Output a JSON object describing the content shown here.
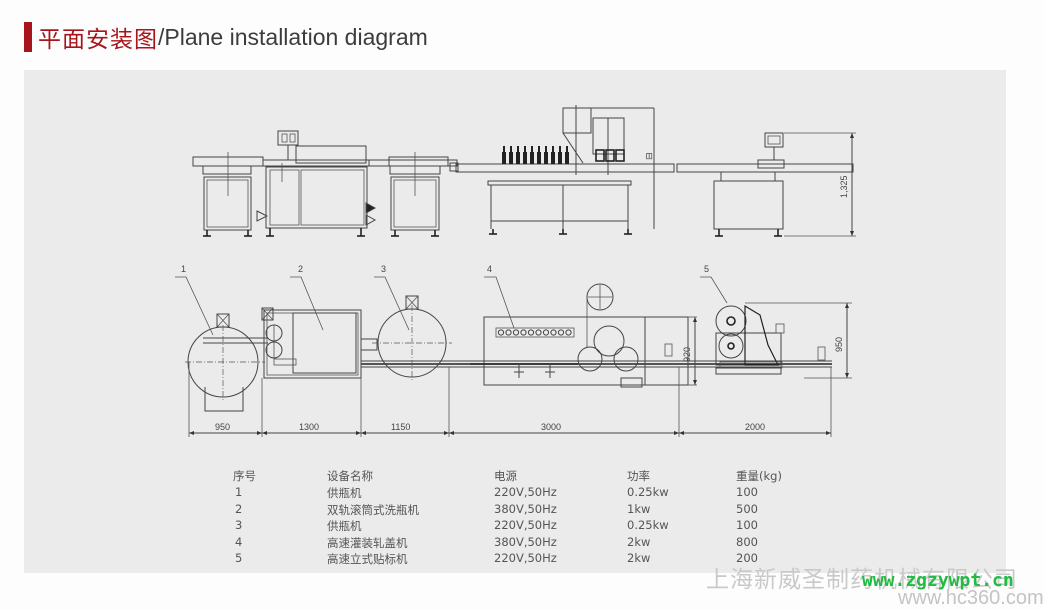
{
  "header": {
    "title_cn": "平面安装图",
    "title_en": "/Plane installation diagram",
    "accent_color": "#a8141c"
  },
  "diagram": {
    "front_view": {
      "height_dimension": "1325",
      "height_dimension_display": "1,325"
    },
    "plan_view": {
      "item_labels": [
        "1",
        "2",
        "3",
        "4",
        "5"
      ],
      "width_dimensions": [
        "950",
        "1300",
        "1150",
        "3000",
        "2000"
      ],
      "depth_dimensions": {
        "filler": "920",
        "labeler": "950"
      }
    }
  },
  "equipment_table": {
    "headers": [
      "序号",
      "设备名称",
      "电源",
      "功率",
      "重量(kg)"
    ],
    "rows": [
      [
        "1",
        "供瓶机",
        "220V,50Hz",
        "0.25kw",
        "100"
      ],
      [
        "2",
        "双轨滚筒式洗瓶机",
        "380V,50Hz",
        "1kw",
        "500"
      ],
      [
        "3",
        "供瓶机",
        "220V,50Hz",
        "0.25kw",
        "100"
      ],
      [
        "4",
        "高速灌装轧盖机",
        "380V,50Hz",
        "2kw",
        "800"
      ],
      [
        "5",
        "高速立式贴标机",
        "220V,50Hz",
        "2kw",
        "200"
      ]
    ]
  },
  "watermarks": {
    "company": "上海新威圣制药机械有限公司",
    "site_green": "www.zgzywpt.cn",
    "site_gray": "www.hc360.com"
  }
}
